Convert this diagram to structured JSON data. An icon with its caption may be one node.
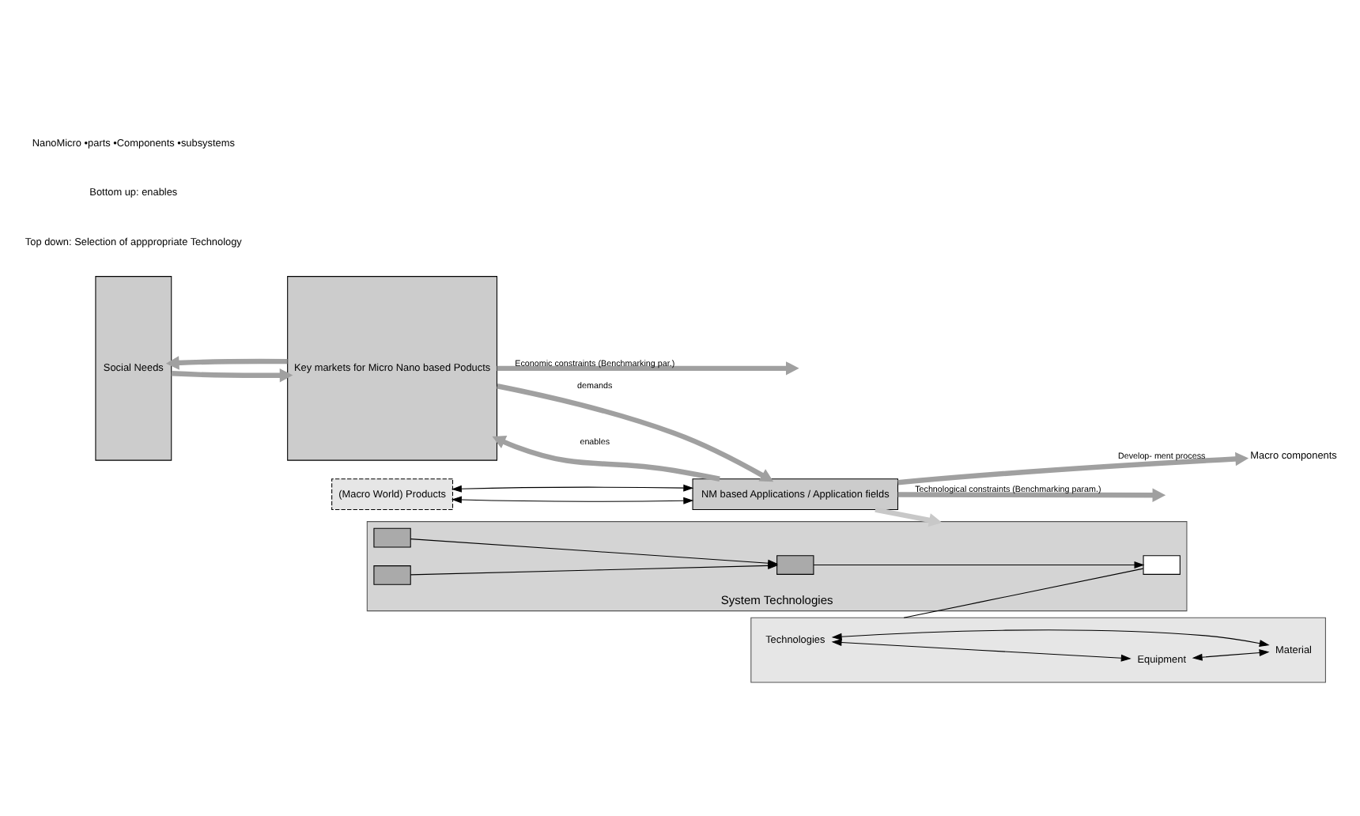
{
  "diagram": {
    "nodes": [
      {
        "text": [
          "Social Needs"
        ]
      },
      {
        "text": [
          "Key markets for Micro Nano based Poducts"
        ]
      },
      {
        "text": [
          "(Macro World) Products"
        ]
      },
      {
        "text": [
          "NM based Applications / Application fields"
        ]
      },
      {
        "text": [
          "Macro components"
        ]
      },
      {
        "text": [],
        "shape": "box"
      },
      {
        "text": [
          "Technologies"
        ],
        "in": 5
      },
      {
        "text": [
          "Equipment"
        ],
        "in": 5
      },
      {
        "text": [
          "Material"
        ],
        "in": 5
      },
      {
        "text": [
          "System Technologies"
        ]
      },
      {
        "text": [],
        "shape": "box",
        "in": 9
      },
      {
        "text": [],
        "shape": "box",
        "in": 9
      },
      {
        "text": [],
        "shape": "box",
        "in": 9
      },
      {
        "text": [],
        "shape": "box",
        "in": 9
      }
    ],
    "edges": [
      {
        "from": 0,
        "to": 1,
        "arrow": "to",
        "style": "thick",
        "color": "#a0a0a0"
      },
      {
        "from": 1,
        "to": 0,
        "arrow": "to",
        "style": "thick",
        "color": "#a0a0a0"
      },
      {
        "from": 1,
        "to": 3,
        "arrow": "to",
        "label": "demands",
        "style": "thick",
        "color": "#a0a0a0"
      },
      {
        "from": 3,
        "to": 1,
        "arrow": "to",
        "label": "enables",
        "style": "thick",
        "color": "#a0a0a0"
      },
      {
        "from": 2,
        "to": 3,
        "arrow": "both"
      },
      {
        "from": 2,
        "to": 3,
        "arrow": "both"
      },
      {
        "from": 3,
        "to": 4,
        "arrow": "to",
        "label": "Develop- ment process",
        "style": "thick",
        "color": "#a0a0a0"
      },
      {
        "from": 3,
        "to": null,
        "arrow": "to",
        "label": "Technological constraints (Benchmarking param.)",
        "style": "thick",
        "color": "#a0a0a0"
      },
      {
        "from": 1,
        "to": null,
        "arrow": "to",
        "label": "Economic constraints (Benchmarking par.)",
        "style": "thick",
        "color": "#a0a0a0"
      },
      {
        "from": 3,
        "to": 9,
        "arrow": "to",
        "style": "thick",
        "color": "#c8c8c8"
      },
      {
        "from": 6,
        "to": 7,
        "arrow": "both"
      },
      {
        "from": 6,
        "to": 8,
        "arrow": "both"
      },
      {
        "from": 7,
        "to": 8,
        "arrow": "both"
      },
      {
        "from": 5,
        "to": 10,
        "arrow": "none"
      },
      {
        "from": 11,
        "to": 10,
        "arrow": "to"
      },
      {
        "from": 12,
        "to": 11,
        "arrow": "to"
      },
      {
        "from": 13,
        "to": 11,
        "arrow": "to"
      }
    ],
    "labels": [
      "Top down: Selection of apppropriate Technology",
      "Bottom up: enables",
      "NanoMicro •parts •Components •subsystems"
    ]
  }
}
